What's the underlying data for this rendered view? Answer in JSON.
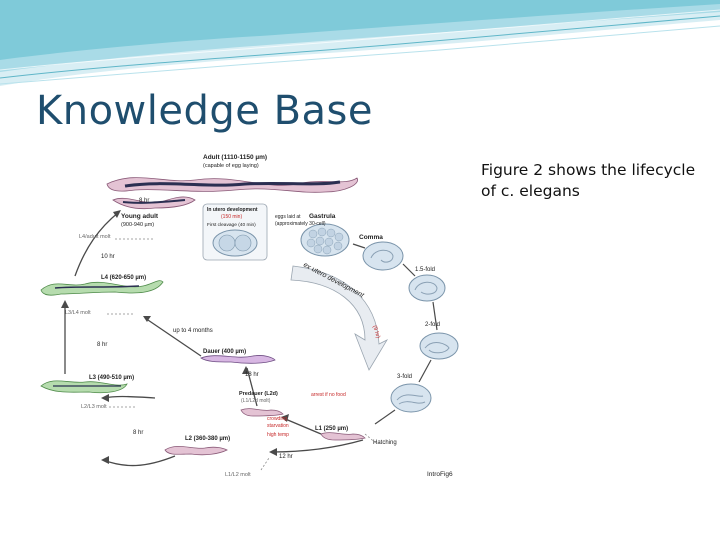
{
  "slide": {
    "title": "Knowledge Base",
    "caption": "Figure  2 shows the lifecycle of c. elegans"
  },
  "figure": {
    "adult": "Adult (1110-1150 µm)",
    "adult_sub": "(capable of egg laying)",
    "young_adult": "Young adult",
    "young_adult_size": "(900-940 µm)",
    "l4_molt": "L4/adult molt",
    "h8_top": "8 hr",
    "in_utero": "In utero development",
    "in_utero_time": "(150 min)",
    "first_cleavage": "First cleavage (40 min)",
    "eggs_laid": "eggs laid at",
    "gastrula": "Gastrula",
    "gastrula_sub": "(approximately 30-cell)",
    "comma": "Comma",
    "fold_15": "1.5-fold",
    "fold_2": "2-fold",
    "fold_3": "3-fold",
    "ex_utero": "ex utero development",
    "ex_utero_time": "(9 hr)",
    "h10": "10 hr",
    "l4": "L4 (620-650 µm)",
    "l3l4_molt": "L3/L4 molt",
    "up_to_4": "up to 4 months",
    "h8_mid": "8 hr",
    "dauer": "Dauer (400 µm)",
    "l3": "L3 (490-510 µm)",
    "h13": "13 hr",
    "l2l3_molt": "L2/L3 molt",
    "predauer": "Predauer (L2d)",
    "predauer_sub": "(L1/L2d molt)",
    "arrest": "arrest if no food",
    "h8_low": "8 hr",
    "l2": "L2 (360-380 µm)",
    "crowding": "crowding",
    "starvation": "starvation",
    "high_temp": "high temp",
    "l1": "L1 (250 µm)",
    "hatching": "Hatching",
    "h12": "12 hr",
    "l1l2_molt": "L1/L2 molt",
    "intro": "IntroFig6"
  },
  "colors": {
    "title": "#1f4e6e",
    "accent_teal": "#7fcad9",
    "worm_body": "#e4c3d4",
    "worm_dark": "#2b2f52",
    "egg": "#d7e4ef",
    "arrow_gray": "#4a4a4a",
    "red_text": "#c62828"
  }
}
